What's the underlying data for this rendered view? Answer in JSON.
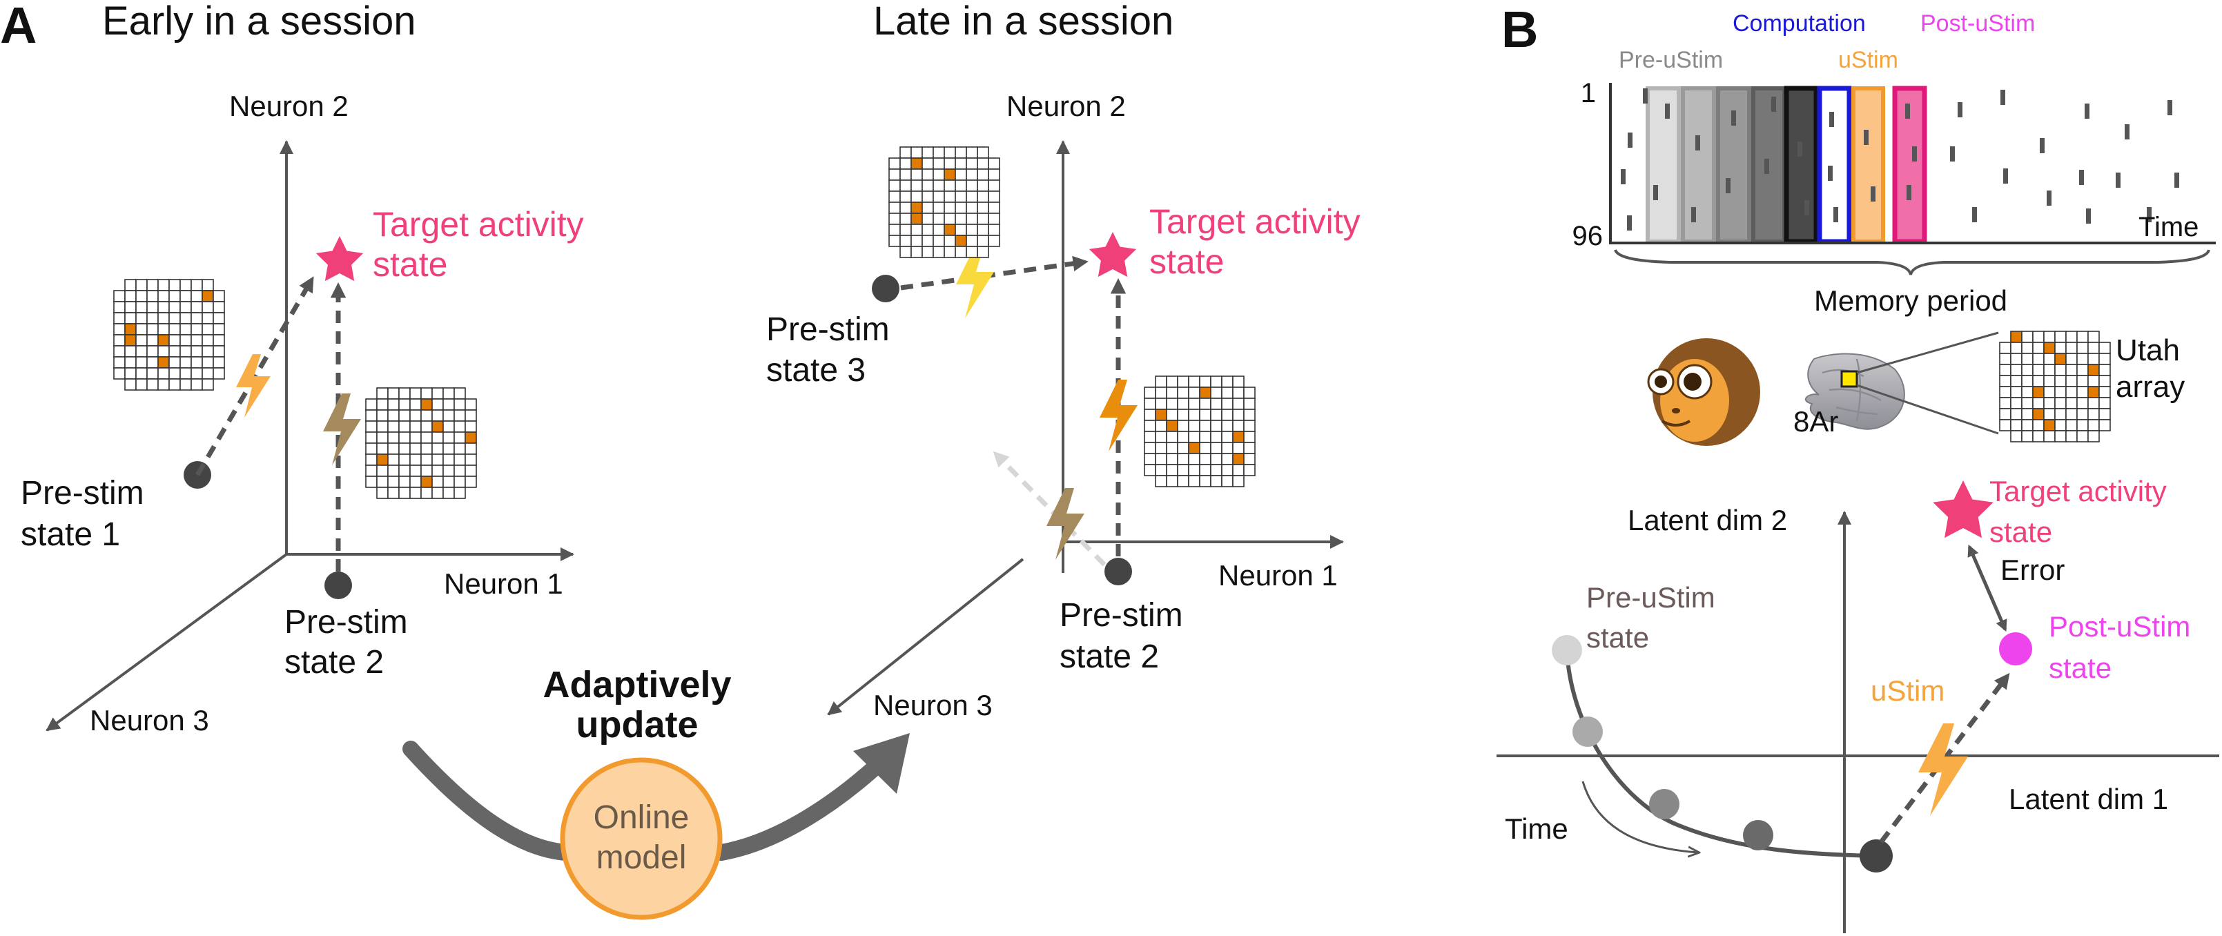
{
  "panelA": {
    "letter": "A",
    "early": {
      "title": "Early in a session",
      "axis_neuron2": "Neuron 2",
      "axis_neuron1": "Neuron 1",
      "axis_neuron3": "Neuron 3",
      "target_line1": "Target activity",
      "target_line2": "state",
      "state1_line1": "Pre-stim",
      "state1_line2": "state 1",
      "state2_line1": "Pre-stim",
      "state2_line2": "state 2"
    },
    "late": {
      "title": "Late in a session",
      "axis_neuron2": "Neuron 2",
      "axis_neuron1": "Neuron 1",
      "axis_neuron3": "Neuron 3",
      "target_line1": "Target activity",
      "target_line2": "state",
      "state3_line1": "Pre-stim",
      "state3_line2": "state 3",
      "state2_line1": "Pre-stim",
      "state2_line2": "state 2"
    },
    "adaptive_line1": "Adaptively",
    "adaptive_line2": "update",
    "model_line1": "Online",
    "model_line2": "model"
  },
  "panelB": {
    "letter": "B",
    "raster": {
      "label_pre": "Pre-uStim",
      "label_computation": "Computation",
      "label_ustim": "uStim",
      "label_post": "Post-uStim",
      "row_top": "1",
      "row_bottom": "96",
      "time_label": "Time",
      "memory_label": "Memory period"
    },
    "anatomy": {
      "area_label": "8Ar",
      "array_line1": "Utah",
      "array_line2": "array"
    },
    "latent": {
      "xlabel": "Latent dim 1",
      "ylabel": "Latent dim 2",
      "target_line1": "Target activity",
      "target_line2": "state",
      "error_label": "Error",
      "pre_line1": "Pre-uStim",
      "pre_line2": "state",
      "post_line1": "Post-uStim",
      "post_line2": "state",
      "ustim_label": "uStim",
      "time_label": "Time"
    }
  },
  "colors": {
    "target_pink": "#f0407a",
    "post_magenta": "#ee44ee",
    "computation_blue": "#1a1ad6",
    "ustim_orange": "#f5a33a",
    "pre_gray": "#8a8a8a",
    "model_fill": "#fdd3a2",
    "model_stroke": "#f29a2e",
    "grid_orange": "#e07b00",
    "axis_gray": "#555555",
    "state_dark": "#444444"
  }
}
